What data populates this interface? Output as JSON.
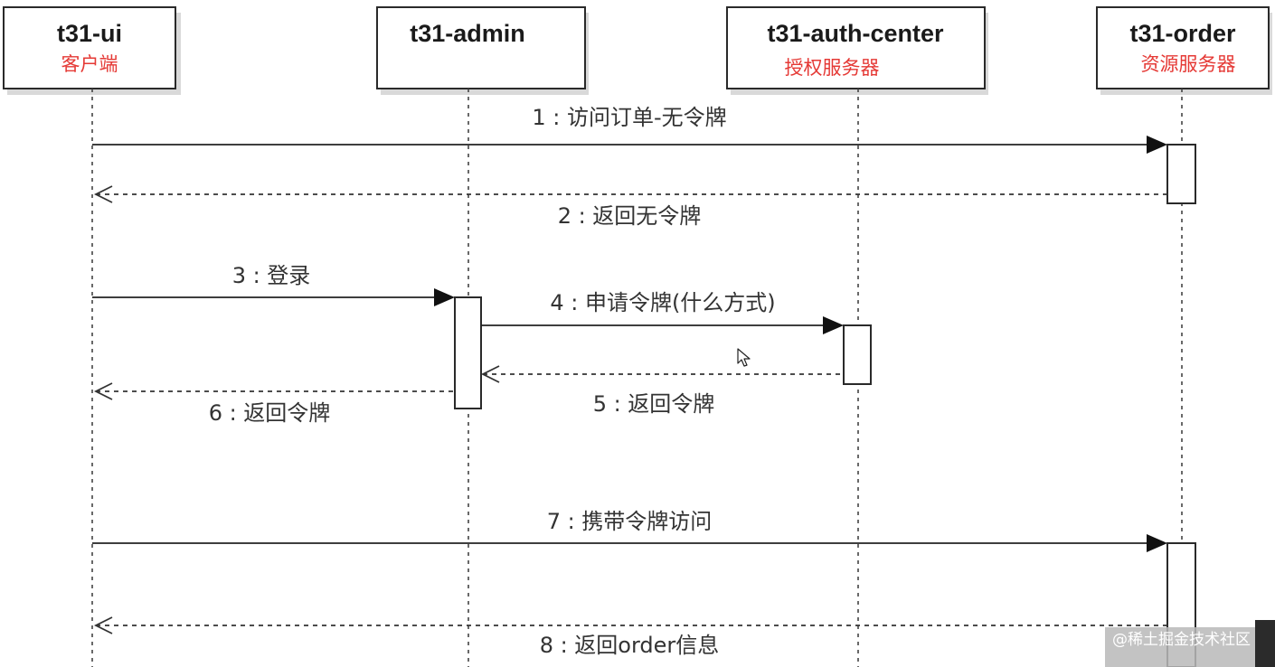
{
  "participants": [
    {
      "id": "ui",
      "name": "t31-ui",
      "role": "客户端"
    },
    {
      "id": "admin",
      "name": "t31-admin",
      "role": ""
    },
    {
      "id": "auth",
      "name": "t31-auth-center",
      "role": "授权服务器"
    },
    {
      "id": "order",
      "name": "t31-order",
      "role": "资源服务器"
    }
  ],
  "messages": [
    {
      "num": "1",
      "text": "1 : 访问订单-无令牌",
      "from": "ui",
      "to": "order",
      "kind": "call"
    },
    {
      "num": "2",
      "text": "2 : 返回无令牌",
      "from": "order",
      "to": "ui",
      "kind": "reply"
    },
    {
      "num": "3",
      "text": "3 : 登录",
      "from": "ui",
      "to": "admin",
      "kind": "call"
    },
    {
      "num": "4",
      "text": "4 : 申请令牌(什么方式)",
      "from": "admin",
      "to": "auth",
      "kind": "call"
    },
    {
      "num": "5",
      "text": "5 : 返回令牌",
      "from": "auth",
      "to": "admin",
      "kind": "reply"
    },
    {
      "num": "6",
      "text": "6 : 返回令牌",
      "from": "admin",
      "to": "ui",
      "kind": "reply"
    },
    {
      "num": "7",
      "text": "7 : 携带令牌访问",
      "from": "ui",
      "to": "order",
      "kind": "call"
    },
    {
      "num": "8",
      "text": "8 : 返回order信息",
      "from": "order",
      "to": "ui",
      "kind": "reply"
    }
  ],
  "watermark": "@稀土掘金技术社区",
  "colors": {
    "role_text": "#e53935",
    "line": "#222222",
    "box_border": "#2a2a2a"
  },
  "icons": [
    "mouse-cursor-icon"
  ]
}
